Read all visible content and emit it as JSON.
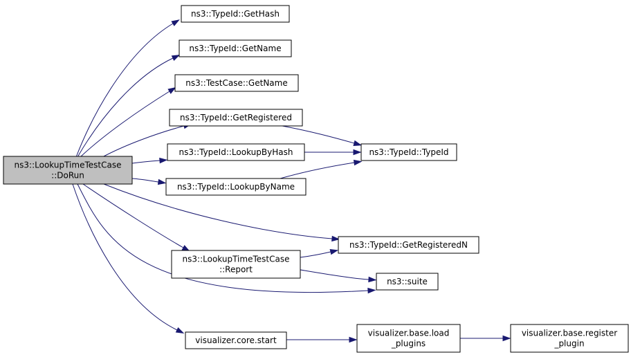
{
  "diagram": {
    "nodes": [
      {
        "id": "dorun",
        "lines": [
          "ns3::LookupTimeTestCase",
          "::DoRun"
        ]
      },
      {
        "id": "gethash",
        "lines": [
          "ns3::TypeId::GetHash"
        ]
      },
      {
        "id": "getname",
        "lines": [
          "ns3::TypeId::GetName"
        ]
      },
      {
        "id": "tcgetname",
        "lines": [
          "ns3::TestCase::GetName"
        ]
      },
      {
        "id": "getregistered",
        "lines": [
          "ns3::TypeId::GetRegistered"
        ]
      },
      {
        "id": "lookupbyhash",
        "lines": [
          "ns3::TypeId::LookupByHash"
        ]
      },
      {
        "id": "lookupbyname",
        "lines": [
          "ns3::TypeId::LookupByName"
        ]
      },
      {
        "id": "typeid",
        "lines": [
          "ns3::TypeId::TypeId"
        ]
      },
      {
        "id": "getregisteredn",
        "lines": [
          "ns3::TypeId::GetRegisteredN"
        ]
      },
      {
        "id": "report",
        "lines": [
          "ns3::LookupTimeTestCase",
          "::Report"
        ]
      },
      {
        "id": "suite",
        "lines": [
          "ns3::suite"
        ]
      },
      {
        "id": "vizstart",
        "lines": [
          "visualizer.core.start"
        ]
      },
      {
        "id": "loadplugins",
        "lines": [
          "visualizer.base.load",
          "_plugins"
        ]
      },
      {
        "id": "registerplugin",
        "lines": [
          "visualizer.base.register",
          "_plugin"
        ]
      }
    ],
    "edges": [
      {
        "from": "dorun",
        "to": "gethash"
      },
      {
        "from": "dorun",
        "to": "getname"
      },
      {
        "from": "dorun",
        "to": "tcgetname"
      },
      {
        "from": "dorun",
        "to": "getregistered"
      },
      {
        "from": "dorun",
        "to": "lookupbyhash"
      },
      {
        "from": "dorun",
        "to": "lookupbyname"
      },
      {
        "from": "dorun",
        "to": "getregisteredn"
      },
      {
        "from": "dorun",
        "to": "report"
      },
      {
        "from": "dorun",
        "to": "suite"
      },
      {
        "from": "dorun",
        "to": "vizstart"
      },
      {
        "from": "getregistered",
        "to": "typeid"
      },
      {
        "from": "lookupbyhash",
        "to": "typeid"
      },
      {
        "from": "lookupbyname",
        "to": "typeid"
      },
      {
        "from": "report",
        "to": "getregisteredn"
      },
      {
        "from": "report",
        "to": "suite"
      },
      {
        "from": "vizstart",
        "to": "loadplugins"
      },
      {
        "from": "loadplugins",
        "to": "registerplugin"
      }
    ],
    "colors": {
      "edge": "#191970",
      "root_fill": "#bfbfbf",
      "node_fill": "#ffffff",
      "node_border": "#000000"
    }
  }
}
